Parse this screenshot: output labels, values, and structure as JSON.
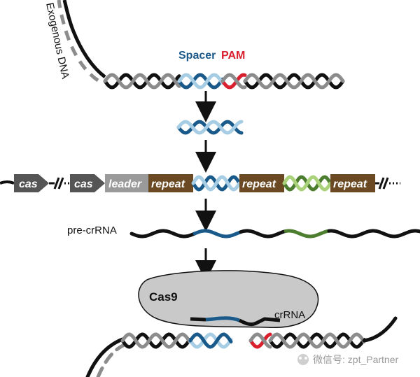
{
  "labels": {
    "exogenous_dna": "Exogenous DNA",
    "spacer": "Spacer",
    "pam": "PAM",
    "pre_crrna": "pre-crRNA",
    "cas9": "Cas9",
    "crrna": "crRNA",
    "cas_1": "cas",
    "cas_2": "cas",
    "leader": "leader",
    "repeat_1": "repeat",
    "repeat_2": "repeat",
    "repeat_3": "repeat",
    "watermark": "微信号: zpt_Partner"
  },
  "colors": {
    "dna_black": "#111111",
    "dna_gray": "#8c8c8c",
    "spacer_dark": "#1a5a8a",
    "spacer_light": "#a6cde3",
    "pam_red": "#d8202f",
    "spacer2_dark": "#4d7d2e",
    "spacer2_light": "#a9d27a",
    "repeat_brown": "#6b4a23",
    "leader_gray": "#9a9a9a",
    "cas_gray": "#555555",
    "cas9_fill": "#c9c9c9"
  }
}
